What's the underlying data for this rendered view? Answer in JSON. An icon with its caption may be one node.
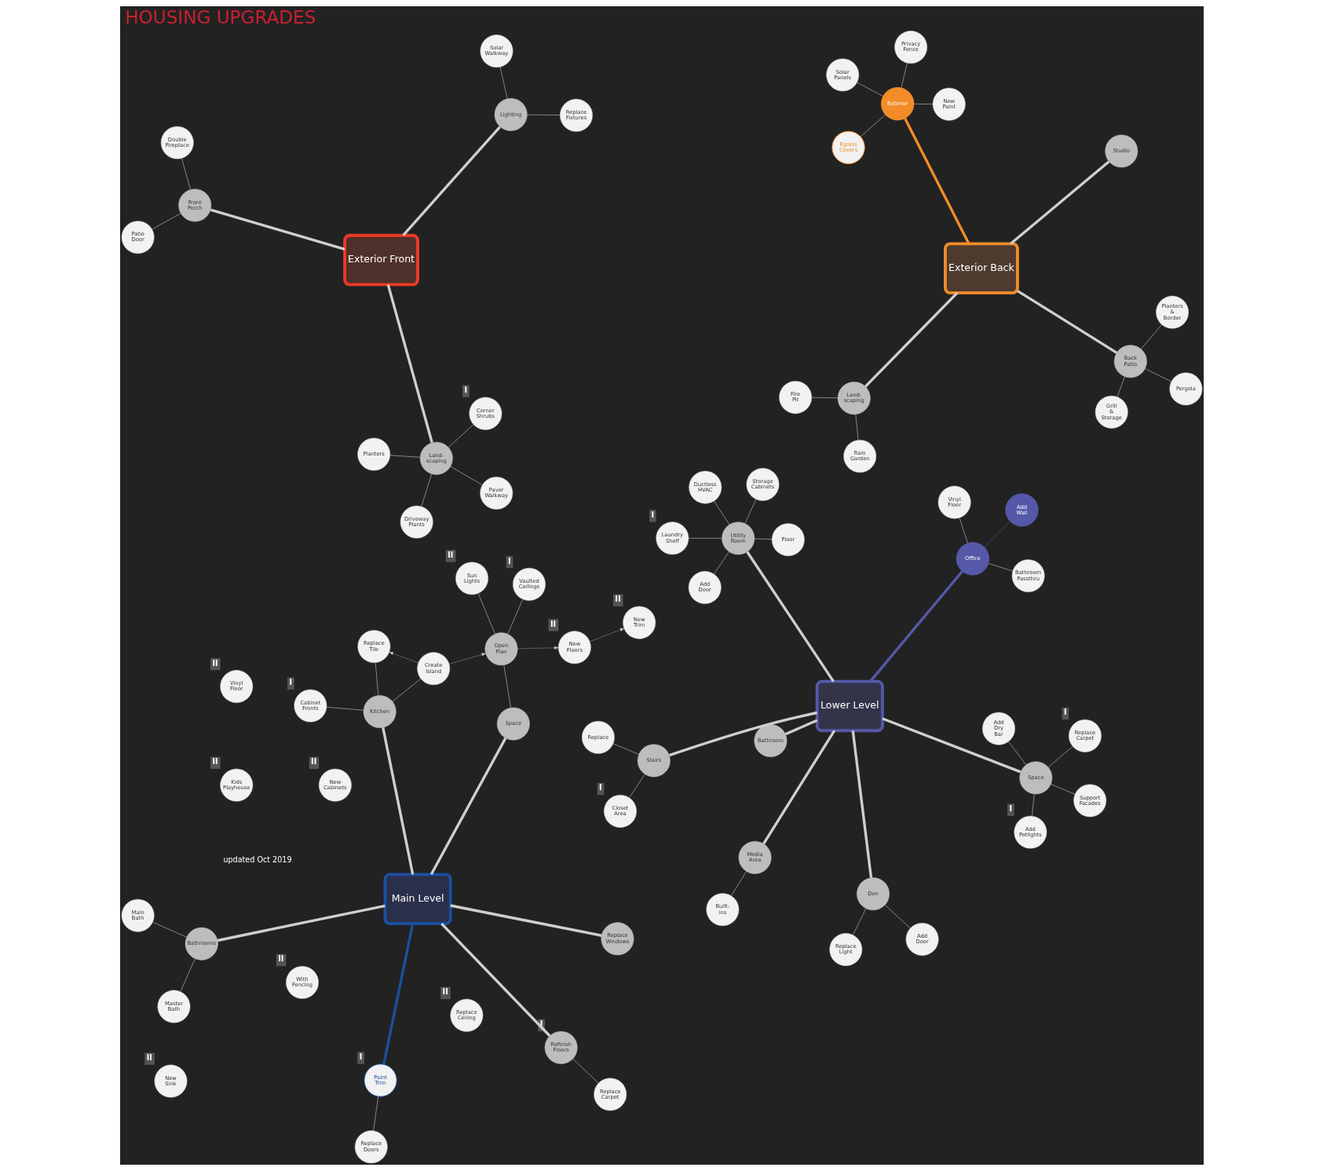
{
  "diagram": {
    "title": "HOUSING UPGRADES",
    "nodes": [
      {
        "text": [
          "Main Level"
        ]
      },
      {
        "text": [
          "Exterior Front"
        ]
      },
      {
        "text": [
          "Exterior Back"
        ]
      },
      {
        "text": [
          "Lower Level"
        ]
      },
      {
        "text": [
          "Sun Lights"
        ],
        "beside": [
          "II"
        ]
      },
      {
        "text": [
          "Vaulted Ceilings"
        ],
        "beside": [
          "I"
        ]
      },
      {
        "text": [
          "Open Plan"
        ]
      },
      {
        "text": [
          "Master Bath"
        ]
      },
      {
        "text": [
          "Main Bath"
        ]
      },
      {
        "text": [
          "Bathrooms"
        ]
      },
      {
        "text": [
          "Replace Doors"
        ]
      },
      {
        "text": [
          "Paint Trim"
        ],
        "beside": [
          "I"
        ]
      },
      {
        "text": [
          "New Trim"
        ],
        "beside": [
          "II"
        ]
      },
      {
        "text": [
          "Replace Carpet"
        ]
      },
      {
        "text": [
          "New Floors"
        ],
        "beside": [
          "II"
        ]
      },
      {
        "text": [
          "Refinish Floors"
        ],
        "beside": [
          "I"
        ]
      },
      {
        "text": [
          "Replace Windows"
        ]
      },
      {
        "text": [
          "Create Island"
        ]
      },
      {
        "text": [
          "Replace Tile"
        ]
      },
      {
        "text": [
          "Space"
        ]
      },
      {
        "text": [
          "New Cabinets"
        ],
        "beside": [
          "II"
        ]
      },
      {
        "text": [
          "Cabinet Fronts"
        ],
        "beside": [
          "I"
        ]
      },
      {
        "text": [
          "Kitchen"
        ]
      },
      {
        "text": [
          "Solar Walkway"
        ]
      },
      {
        "text": [
          "Replace Fixtures"
        ]
      },
      {
        "text": [
          "Lighting"
        ]
      },
      {
        "text": [
          "Double Fireplace"
        ]
      },
      {
        "text": [
          "Patio Door"
        ]
      },
      {
        "text": [
          "Front Porch"
        ]
      },
      {
        "text": [
          "Corner Shrubs"
        ],
        "beside": [
          "I"
        ]
      },
      {
        "text": [
          "With Fencing"
        ],
        "beside": [
          "II"
        ]
      },
      {
        "text": [
          "Land- scaping"
        ]
      },
      {
        "text": [
          "Driveway Plants"
        ]
      },
      {
        "text": [
          "Paver Walkway"
        ]
      },
      {
        "text": [
          "Planters"
        ]
      },
      {
        "text": [
          "Support Facades"
        ]
      },
      {
        "text": [
          "Add Potlights"
        ],
        "beside": [
          "I"
        ]
      },
      {
        "text": [
          "Replace Ceiling"
        ],
        "beside": [
          "II"
        ]
      },
      {
        "text": [
          "Space"
        ]
      },
      {
        "text": [
          "Replace Carpet"
        ],
        "beside": [
          "I"
        ]
      },
      {
        "text": [
          "Vinyl Floor"
        ],
        "beside": [
          "II"
        ]
      },
      {
        "text": [
          "Add Dry Bar"
        ]
      },
      {
        "text": [
          "Media Area"
        ]
      },
      {
        "text": [
          "Built- ins"
        ]
      },
      {
        "text": [
          "Den"
        ]
      },
      {
        "text": [
          "Add Door"
        ]
      },
      {
        "text": [
          "Replace Light"
        ]
      },
      {
        "text": [
          "Bathroom"
        ]
      },
      {
        "text": [
          "Office"
        ]
      },
      {
        "text": [
          "Add Wall"
        ]
      },
      {
        "text": [
          "Vinyl Floor"
        ]
      },
      {
        "text": [
          "Bathroom Passthru"
        ]
      },
      {
        "text": [
          "Stairs"
        ]
      },
      {
        "text": [
          "Replace"
        ]
      },
      {
        "text": [
          "Utility Room"
        ]
      },
      {
        "text": [
          "Add Door"
        ]
      },
      {
        "text": [
          "Closet Area"
        ],
        "beside": [
          "I"
        ]
      },
      {
        "text": [
          "Kids Playhouse"
        ],
        "beside": [
          "II"
        ]
      },
      {
        "text": [
          "Laundry Shelf"
        ],
        "beside": [
          "I"
        ]
      },
      {
        "text": [
          "New Sink"
        ],
        "beside": [
          "II"
        ]
      },
      {
        "text": [
          "Floor"
        ]
      },
      {
        "text": [
          "Storage Cabinets"
        ]
      },
      {
        "text": [
          "Ductless HVAC"
        ]
      },
      {
        "text": [
          "New Paint"
        ]
      },
      {
        "text": [
          "Exterior"
        ]
      },
      {
        "text": [
          "Solar Panels"
        ]
      },
      {
        "text": [
          "Privacy Fence"
        ]
      },
      {
        "text": [
          "Egress Covers"
        ]
      },
      {
        "text": [
          "Rain Garden"
        ]
      },
      {
        "text": [
          "Land- scaping"
        ]
      },
      {
        "text": [
          "Fire Pit"
        ]
      },
      {
        "text": [
          "Back Patio"
        ]
      },
      {
        "text": [
          "Grill & Storage"
        ]
      },
      {
        "text": [
          "Planters & Border"
        ]
      },
      {
        "text": [
          "Pergola"
        ]
      },
      {
        "text": [
          "Studio"
        ]
      }
    ],
    "edges": [
      {
        "from": 0,
        "to": 15,
        "arrow": "none",
        "style": "thick"
      },
      {
        "from": 0,
        "to": 16,
        "arrow": "none",
        "style": "thick"
      },
      {
        "from": 0,
        "to": 11,
        "arrow": "none",
        "style": "thick",
        "color": "#1a4fa0"
      },
      {
        "from": 0,
        "to": 9,
        "arrow": "none",
        "style": "thick"
      },
      {
        "from": 0,
        "to": 19,
        "arrow": "none",
        "style": "thick"
      },
      {
        "from": 0,
        "to": 22,
        "arrow": "none",
        "style": "thick"
      },
      {
        "from": 15,
        "to": 13,
        "arrow": "none"
      },
      {
        "from": 9,
        "to": 7,
        "arrow": "none"
      },
      {
        "from": 9,
        "to": 8,
        "arrow": "none"
      },
      {
        "from": 19,
        "to": 6,
        "arrow": "none"
      },
      {
        "from": 6,
        "to": 4,
        "arrow": "none"
      },
      {
        "from": 6,
        "to": 5,
        "arrow": "none"
      },
      {
        "from": 11,
        "to": 10,
        "arrow": "none"
      },
      {
        "from": 22,
        "to": 17,
        "arrow": "none"
      },
      {
        "from": 22,
        "to": 18,
        "arrow": "none"
      },
      {
        "from": 22,
        "to": 21,
        "arrow": "none"
      },
      {
        "from": 6,
        "to": 14,
        "arrow": "to",
        "style": "dashed"
      },
      {
        "from": 14,
        "to": 12,
        "arrow": "to",
        "style": "dashed"
      },
      {
        "from": 17,
        "to": 6,
        "arrow": "to",
        "style": "dashed"
      },
      {
        "from": 17,
        "to": 18,
        "arrow": "to",
        "style": "dashed"
      },
      {
        "from": 1,
        "to": 25,
        "arrow": "none",
        "style": "thick"
      },
      {
        "from": 1,
        "to": 28,
        "arrow": "none",
        "style": "thick"
      },
      {
        "from": 1,
        "to": 31,
        "arrow": "none",
        "style": "thick"
      },
      {
        "from": 25,
        "to": 23,
        "arrow": "none"
      },
      {
        "from": 25,
        "to": 24,
        "arrow": "none"
      },
      {
        "from": 28,
        "to": 26,
        "arrow": "none"
      },
      {
        "from": 28,
        "to": 27,
        "arrow": "none"
      },
      {
        "from": 31,
        "to": 29,
        "arrow": "none"
      },
      {
        "from": 31,
        "to": 32,
        "arrow": "none"
      },
      {
        "from": 31,
        "to": 33,
        "arrow": "none"
      },
      {
        "from": 31,
        "to": 34,
        "arrow": "none"
      },
      {
        "from": 3,
        "to": 38,
        "arrow": "none",
        "style": "thick"
      },
      {
        "from": 38,
        "to": 35,
        "arrow": "none"
      },
      {
        "from": 38,
        "to": 36,
        "arrow": "none"
      },
      {
        "from": 38,
        "to": 39,
        "arrow": "none"
      },
      {
        "from": 38,
        "to": 41,
        "arrow": "none"
      },
      {
        "from": 3,
        "to": 44,
        "arrow": "none",
        "style": "thick"
      },
      {
        "from": 44,
        "to": 45,
        "arrow": "none"
      },
      {
        "from": 44,
        "to": 46,
        "arrow": "none"
      },
      {
        "from": 3,
        "to": 42,
        "arrow": "none",
        "style": "thick"
      },
      {
        "from": 42,
        "to": 43,
        "arrow": "none"
      },
      {
        "from": 3,
        "to": 47,
        "arrow": "none",
        "style": "thick"
      },
      {
        "from": 3,
        "to": 48,
        "arrow": "none",
        "style": "thick",
        "color": "#5558a8"
      },
      {
        "from": 48,
        "to": 49,
        "arrow": "none",
        "color": "#5558a8"
      },
      {
        "from": 48,
        "to": 50,
        "arrow": "none"
      },
      {
        "from": 48,
        "to": 51,
        "arrow": "none"
      },
      {
        "from": 3,
        "to": 52,
        "arrow": "none",
        "style": "thick"
      },
      {
        "from": 52,
        "to": 53,
        "arrow": "none"
      },
      {
        "from": 52,
        "to": 56,
        "arrow": "none"
      },
      {
        "from": 3,
        "to": 54,
        "arrow": "none",
        "style": "thick"
      },
      {
        "from": 54,
        "to": 55,
        "arrow": "none"
      },
      {
        "from": 54,
        "to": 58,
        "arrow": "none"
      },
      {
        "from": 54,
        "to": 60,
        "arrow": "none"
      },
      {
        "from": 54,
        "to": 62,
        "arrow": "none"
      },
      {
        "from": 54,
        "to": 61,
        "arrow": "none"
      },
      {
        "from": 2,
        "to": 64,
        "arrow": "none",
        "style": "thick",
        "color": "#f28c28"
      },
      {
        "from": 64,
        "to": 63,
        "arrow": "none"
      },
      {
        "from": 64,
        "to": 65,
        "arrow": "none"
      },
      {
        "from": 64,
        "to": 66,
        "arrow": "none"
      },
      {
        "from": 64,
        "to": 67,
        "arrow": "none"
      },
      {
        "from": 2,
        "to": 69,
        "arrow": "none",
        "style": "thick"
      },
      {
        "from": 69,
        "to": 68,
        "arrow": "none"
      },
      {
        "from": 69,
        "to": 70,
        "arrow": "none"
      },
      {
        "from": 2,
        "to": 75,
        "arrow": "none",
        "style": "thick"
      },
      {
        "from": 2,
        "to": 71,
        "arrow": "none",
        "style": "thick"
      },
      {
        "from": 71,
        "to": 72,
        "arrow": "none"
      },
      {
        "from": 71,
        "to": 73,
        "arrow": "none"
      },
      {
        "from": 71,
        "to": 74,
        "arrow": "none"
      }
    ],
    "labels": [
      "updated Oct 2019"
    ]
  }
}
